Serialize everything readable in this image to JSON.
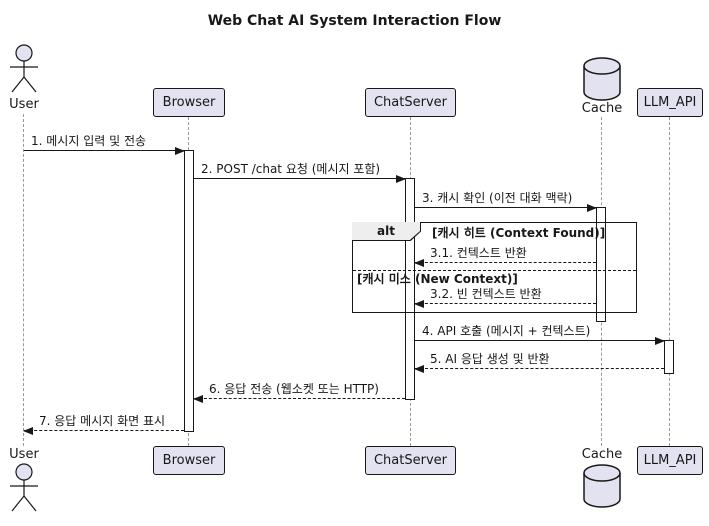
{
  "title": "Web Chat AI System Interaction Flow",
  "participants": [
    {
      "name": "User",
      "type": "actor"
    },
    {
      "name": "Browser",
      "type": "participant"
    },
    {
      "name": "ChatServer",
      "type": "participant"
    },
    {
      "name": "Cache",
      "type": "database"
    },
    {
      "name": "LLM_API",
      "type": "participant"
    }
  ],
  "messages": [
    {
      "text": "1. 메시지 입력 및 전송",
      "from": "User",
      "to": "Browser",
      "line": "solid"
    },
    {
      "text": "2. POST /chat 요청 (메시지 포함)",
      "from": "Browser",
      "to": "ChatServer",
      "line": "solid"
    },
    {
      "text": "3. 캐시 확인 (이전 대화 맥락)",
      "from": "ChatServer",
      "to": "Cache",
      "line": "solid"
    },
    {
      "text": "3.1. 컨텍스트 반환",
      "from": "Cache",
      "to": "ChatServer",
      "line": "dashed"
    },
    {
      "text": "3.2. 빈 컨텍스트 반환",
      "from": "Cache",
      "to": "ChatServer",
      "line": "dashed"
    },
    {
      "text": "4. API 호출 (메시지 + 컨텍스트)",
      "from": "ChatServer",
      "to": "LLM_API",
      "line": "solid"
    },
    {
      "text": "5. AI 응답 생성 및 반환",
      "from": "LLM_API",
      "to": "ChatServer",
      "line": "dashed"
    },
    {
      "text": "6. 응답 전송 (웹소켓 또는 HTTP)",
      "from": "ChatServer",
      "to": "Browser",
      "line": "dashed"
    },
    {
      "text": "7. 응답 메시지 화면 표시",
      "from": "Browser",
      "to": "User",
      "line": "dashed"
    }
  ],
  "alt_block": {
    "operator": "alt",
    "condition_hit": "[캐시 히트 (Context Found)]",
    "condition_miss": "[캐시 미스 (New Context)]"
  },
  "colors": {
    "participant_fill": "#E2E2F0",
    "border": "#181818",
    "frame_tab_fill": "#EEEEEE",
    "lifeline": "#9A9A9A"
  }
}
